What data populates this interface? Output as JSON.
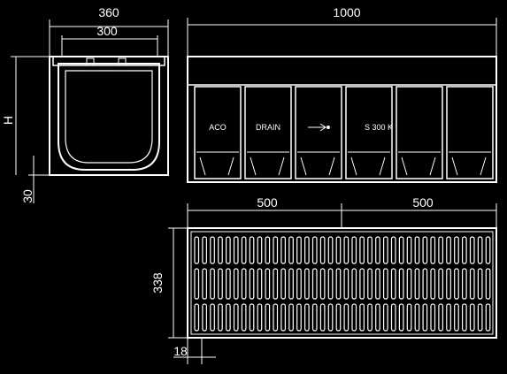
{
  "dimensions": {
    "overall_width": "360",
    "inner_width": "300",
    "height": "H",
    "base": "30",
    "length": "1000",
    "half_left": "500",
    "half_right": "500",
    "grating_width": "338",
    "grating_edge": "18"
  },
  "side_view_markings": {
    "panel_1": "ACO",
    "panel_2": "DRAIN",
    "panel_4": "S 300 K"
  }
}
